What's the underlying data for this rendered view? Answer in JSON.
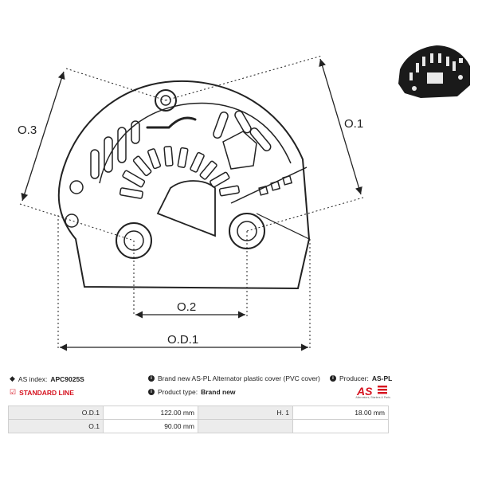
{
  "drawing": {
    "labels": {
      "od1": "O.D.1",
      "o1": "O.1",
      "o2": "O.2",
      "o3": "O.3"
    }
  },
  "info": {
    "as_index_label": "AS index:",
    "as_index_value": "APC9025S",
    "standard_line": "STANDARD LINE",
    "description": "Brand new AS-PL Alternator plastic cover (PVC cover)",
    "product_type_label": "Product type:",
    "product_type_value": "Brand new",
    "producer_label": "Producer:",
    "producer_value": "AS-PL"
  },
  "logo": {
    "text": "AS",
    "tagline": "Alternators, Starters & Parts"
  },
  "specs": [
    {
      "label": "O.D.1",
      "value": "122.00 mm",
      "label2": "H. 1",
      "value2": "18.00 mm"
    },
    {
      "label": "O.1",
      "value": "90.00 mm",
      "label2": "",
      "value2": ""
    }
  ],
  "colors": {
    "brand_red": "#d6121f",
    "table_shade": "#ececec"
  }
}
